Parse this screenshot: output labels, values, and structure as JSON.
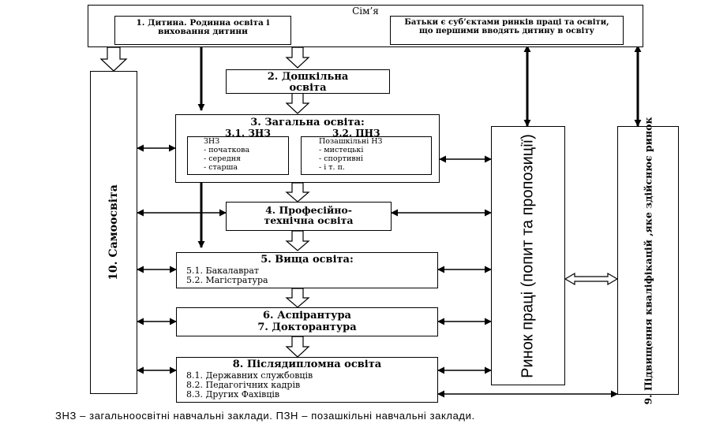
{
  "family": {
    "title": "Сім’я",
    "box1": "1. Дитина. Родинна освіта і виховання дитини",
    "box_parents": "Батьки є суб’єктами ринків праці та освіти, що першими вводять дитину в освіту"
  },
  "preschool": "2. Дошкільна освіта",
  "general": {
    "title": "3. Загальна освіта:",
    "sub1_title": "3.1. ЗНЗ",
    "sub2_title": "3.2. ПНЗ",
    "sub1_items": [
      "ЗНЗ",
      "- початкова",
      "- середня",
      "- старша"
    ],
    "sub2_items": [
      "Позашкільні НЗ",
      "- мистецькі",
      "- спортивні",
      "- і т. п."
    ]
  },
  "vocational": "4. Професійно-технічна освіта",
  "higher": {
    "title": "5. Вища освіта:",
    "items": [
      "5.1. Бакалаврат",
      "5.2. Магістратура"
    ]
  },
  "postgrad": {
    "line1": "6. Аспірантура",
    "line2": "7. Докторантура"
  },
  "postdiploma": {
    "title": "8. Післядипломна освіта",
    "items": [
      "8.1. Державних службовців",
      "8.2. Педагогічних кадрів",
      "8.3. Других Фахівців"
    ]
  },
  "self_education": "10. Самоосвіта",
  "labour_market": "Ринок праці (попит та пропозиції)",
  "qualification": "9. Підвищення кваліфікацій ,яке здійснює ринок",
  "caption": "ЗНЗ – загальноосвітні навчальні заклади. ПЗН – позашкільні навчальні заклади."
}
